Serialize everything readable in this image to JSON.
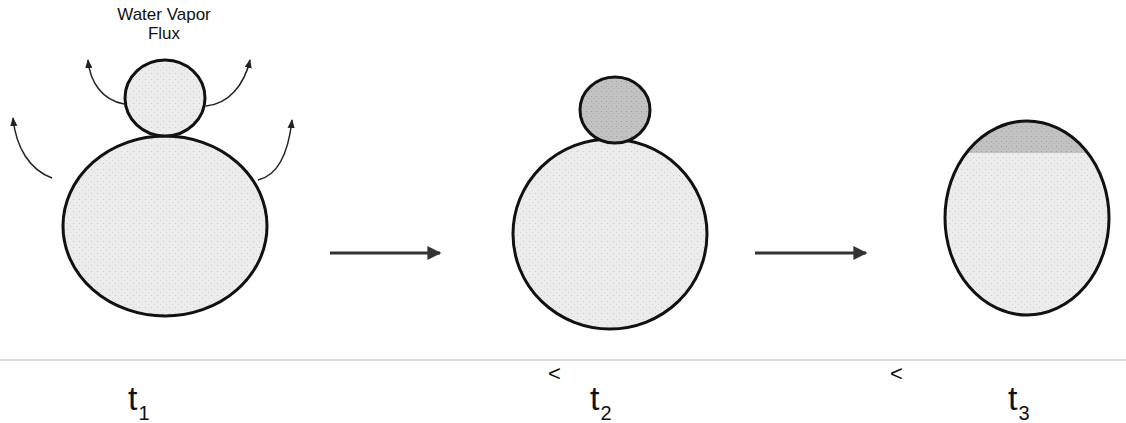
{
  "diagram": {
    "labels": [
      "Water Vapor Flux",
      "t",
      "1",
      "<",
      "t",
      "2",
      "<",
      "t",
      "3"
    ]
  }
}
